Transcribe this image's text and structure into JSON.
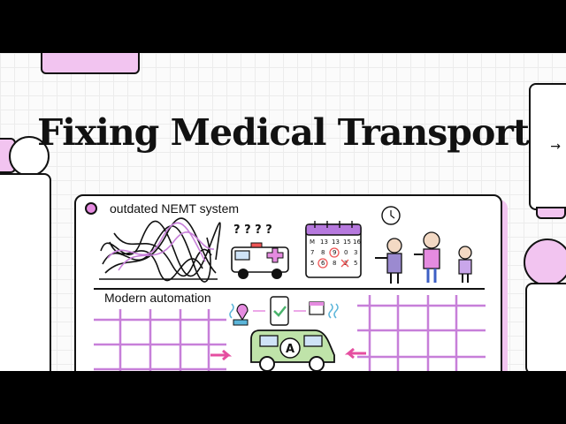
{
  "title": "Fixing Medical Transport",
  "panel": {
    "heading": "outdated NEMT system",
    "subheading": "Modern automation"
  },
  "nav": {
    "next_arrow": "→"
  },
  "illustration": {
    "question_marks": "? ? ? ?",
    "calendar_numbers": [
      "M",
      "13",
      "13",
      "15",
      "16",
      "7",
      "8",
      "9",
      "0",
      "3",
      "5",
      "6",
      "8",
      "2",
      "5"
    ],
    "van_label": "A"
  },
  "colors": {
    "accent": "#e58be0",
    "soft_accent": "#f2c4f0",
    "grid_line": "#c77fd9",
    "ink": "#111111"
  }
}
